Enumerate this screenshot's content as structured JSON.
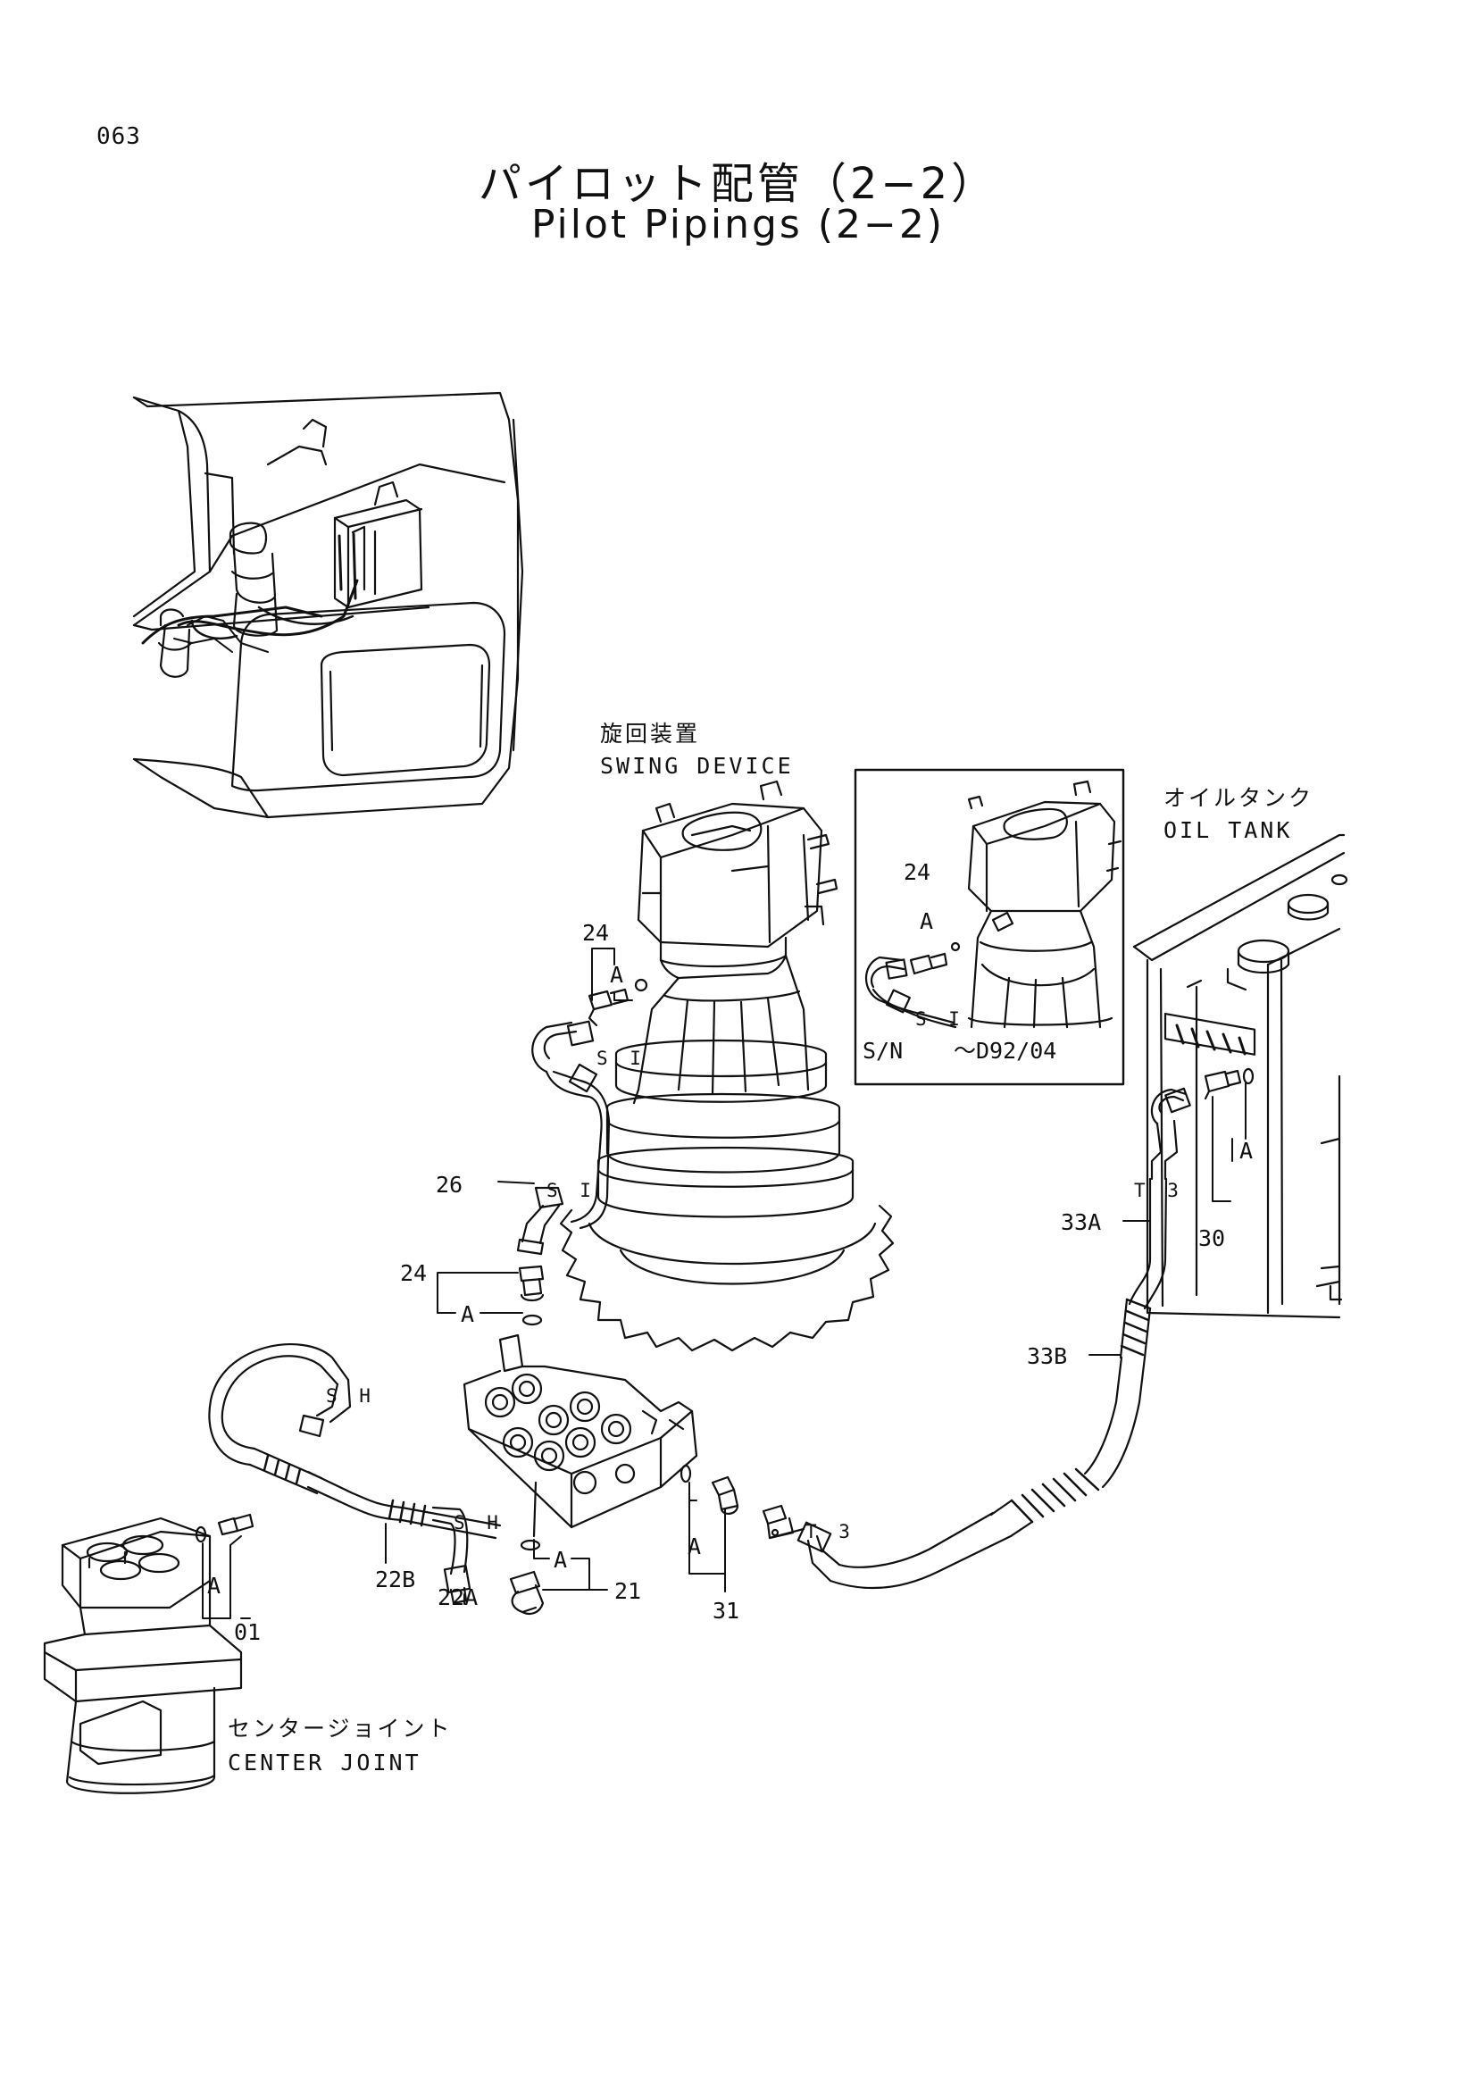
{
  "page_number": "063",
  "title_jp": "パイロット配管（2−2）",
  "title_en": "Pilot Pipings (2−2)",
  "components": {
    "swing_device_jp": "旋回装置",
    "swing_device_en": "SWING DEVICE",
    "oil_tank_jp": "オイルタンク",
    "oil_tank_en": "OIL TANK",
    "center_joint_jp": "センタージョイント",
    "center_joint_en": "CENTER JOINT"
  },
  "inset": {
    "serial_prefix": "S/N",
    "serial_range": "～D92/04",
    "part_24": "24",
    "callout_a": "A",
    "hose_mark": "S I"
  },
  "part_numbers": {
    "p24_top": "24",
    "p24_mid": "24",
    "p26": "26",
    "p33a": "33A",
    "p33b": "33B",
    "p30": "30",
    "p01": "01",
    "p22b": "22B",
    "p22a": "22A",
    "p21": "21",
    "p31": "31"
  },
  "callouts": {
    "a_24_top": "A",
    "a_24_mid": "A",
    "a_30": "A",
    "a_01": "A",
    "a_21": "A",
    "a_31": "A"
  },
  "hose_marks": {
    "si_upper": "S I",
    "si_26": "S I",
    "t3_33a": "T 3",
    "t3_bottom": "T 3",
    "sh_upper": "S H",
    "sh_22a": "S H"
  }
}
